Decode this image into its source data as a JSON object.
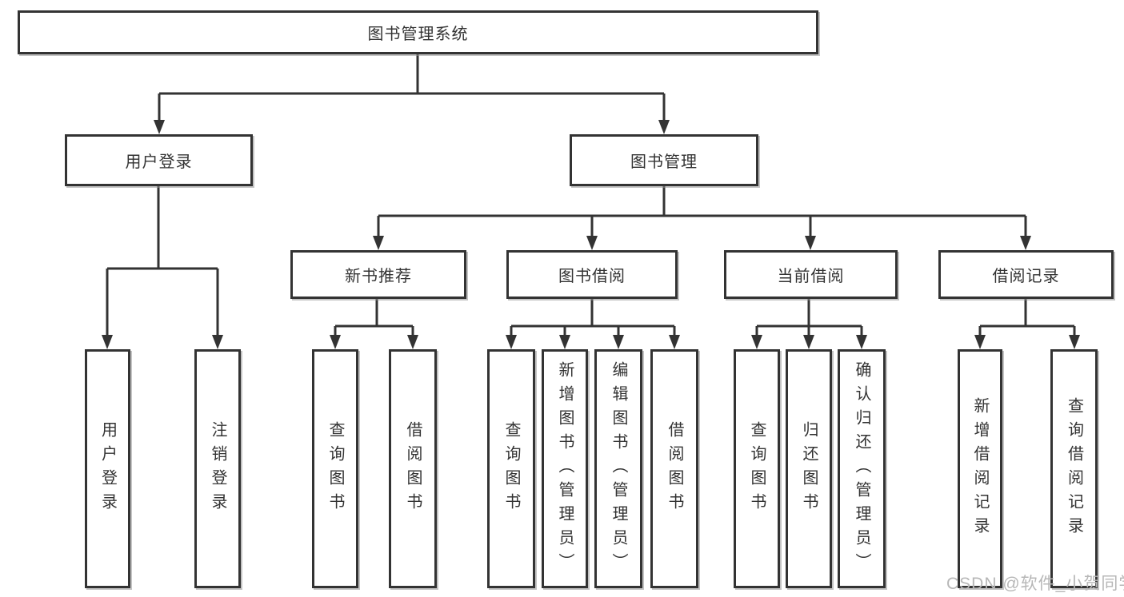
{
  "diagram_title": "图书管理系统",
  "tree": {
    "label": "图书管理系统",
    "children": [
      {
        "label": "用户登录",
        "children": [
          {
            "label": "用户登录"
          },
          {
            "label": "注销登录"
          }
        ]
      },
      {
        "label": "图书管理",
        "children": [
          {
            "label": "新书推荐",
            "children": [
              {
                "label": "查询图书"
              },
              {
                "label": "借阅图书"
              }
            ]
          },
          {
            "label": "图书借阅",
            "children": [
              {
                "label": "查询图书"
              },
              {
                "label": "新增图书（管理员）"
              },
              {
                "label": "编辑图书（管理员）"
              },
              {
                "label": "借阅图书"
              }
            ]
          },
          {
            "label": "当前借阅",
            "children": [
              {
                "label": "查询图书"
              },
              {
                "label": "归还图书"
              },
              {
                "label": "确认归还（管理员）"
              }
            ]
          },
          {
            "label": "借阅记录",
            "children": [
              {
                "label": "新增借阅记录"
              },
              {
                "label": "查询借阅记录"
              }
            ]
          }
        ]
      }
    ]
  },
  "watermark": "CSDN @软件_小贺同学",
  "colors": {
    "line": "#333333",
    "text": "#333333",
    "box_background": "#ffffff",
    "watermark": "#b7b7b7",
    "page_background": "#ffffff"
  }
}
